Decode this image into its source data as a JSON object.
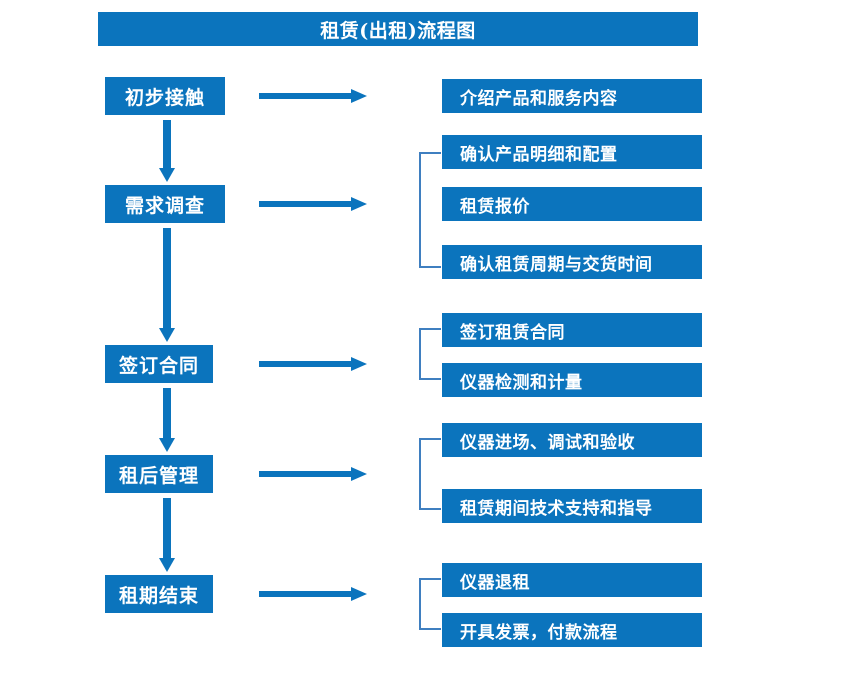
{
  "diagram": {
    "title": "租赁(出租)流程图",
    "colors": {
      "box_blue": "#0b74bd",
      "bracket_blue": "#3f7fc0",
      "box_text": "#ffffff",
      "background": "#ffffff"
    },
    "stages": [
      {
        "label": "初步接触"
      },
      {
        "label": "需求调查"
      },
      {
        "label": "签订合同"
      },
      {
        "label": "租后管理"
      },
      {
        "label": "租期结束"
      }
    ],
    "detail_groups": [
      {
        "stage": "初步接触",
        "bracketed": false,
        "items": [
          {
            "label": "介绍产品和服务内容"
          }
        ]
      },
      {
        "stage": "需求调查",
        "bracketed": true,
        "items": [
          {
            "label": "确认产品明细和配置"
          },
          {
            "label": "租赁报价"
          },
          {
            "label": "确认租赁周期与交货时间"
          }
        ]
      },
      {
        "stage": "签订合同",
        "bracketed": true,
        "items": [
          {
            "label": "签订租赁合同"
          },
          {
            "label": "仪器检测和计量"
          }
        ]
      },
      {
        "stage": "租后管理",
        "bracketed": true,
        "items": [
          {
            "label": "仪器进场、调试和验收"
          },
          {
            "label": "租赁期间技术支持和指导"
          }
        ]
      },
      {
        "stage": "租期结束",
        "bracketed": true,
        "items": [
          {
            "label": "仪器退租"
          },
          {
            "label": "开具发票，付款流程"
          }
        ]
      }
    ]
  }
}
